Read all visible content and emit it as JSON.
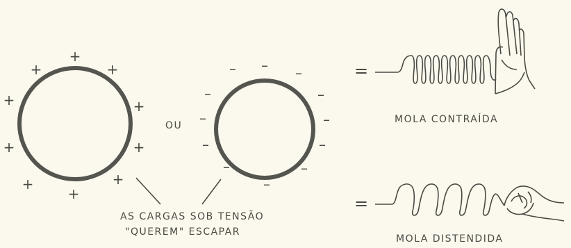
{
  "symbols": {
    "positive": "+",
    "negative": "–",
    "equals": "="
  },
  "labels": {
    "or": "OU",
    "caption_line1": "AS CARGAS SOB TENSÃO",
    "caption_line2": "\"QUEREM\" ESCAPAR",
    "spring_contracted": "MOLA CONTRAÍDA",
    "spring_stretched": "MOLA DISTENDIDA"
  },
  "colors": {
    "ink": "#4a4a44",
    "paper": "#fbf8ee"
  }
}
